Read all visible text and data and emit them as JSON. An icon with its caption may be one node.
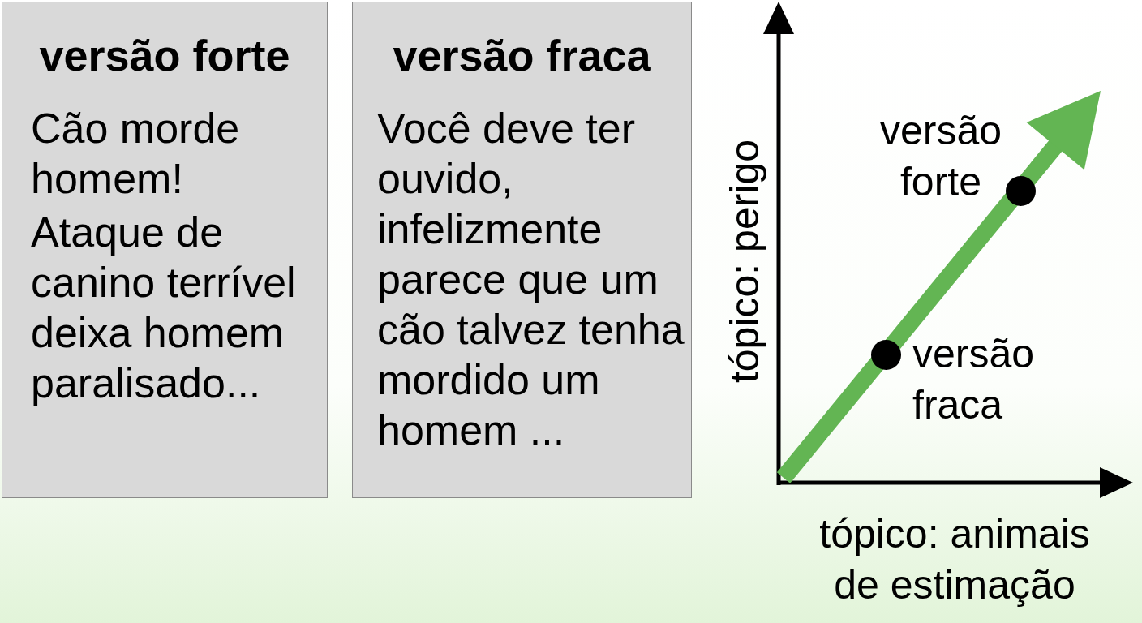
{
  "diagram": {
    "nodes": [
      {
        "text": [
          "versão forte",
          "Cão morde homem!",
          "Ataque de canino terrível deixa homem paralisado..."
        ]
      },
      {
        "text": [
          "versão fraca",
          "Você deve ter ouvido, infelizmente parece que um cão talvez tenha mordido um homem ..."
        ]
      },
      {
        "text": [],
        "shape": "circle",
        "beside": [
          "versão forte"
        ]
      },
      {
        "text": [],
        "shape": "circle",
        "beside": [
          "versão fraca"
        ]
      }
    ],
    "labels": [
      "tópico: perigo",
      "tópico: animais de estimação"
    ]
  }
}
